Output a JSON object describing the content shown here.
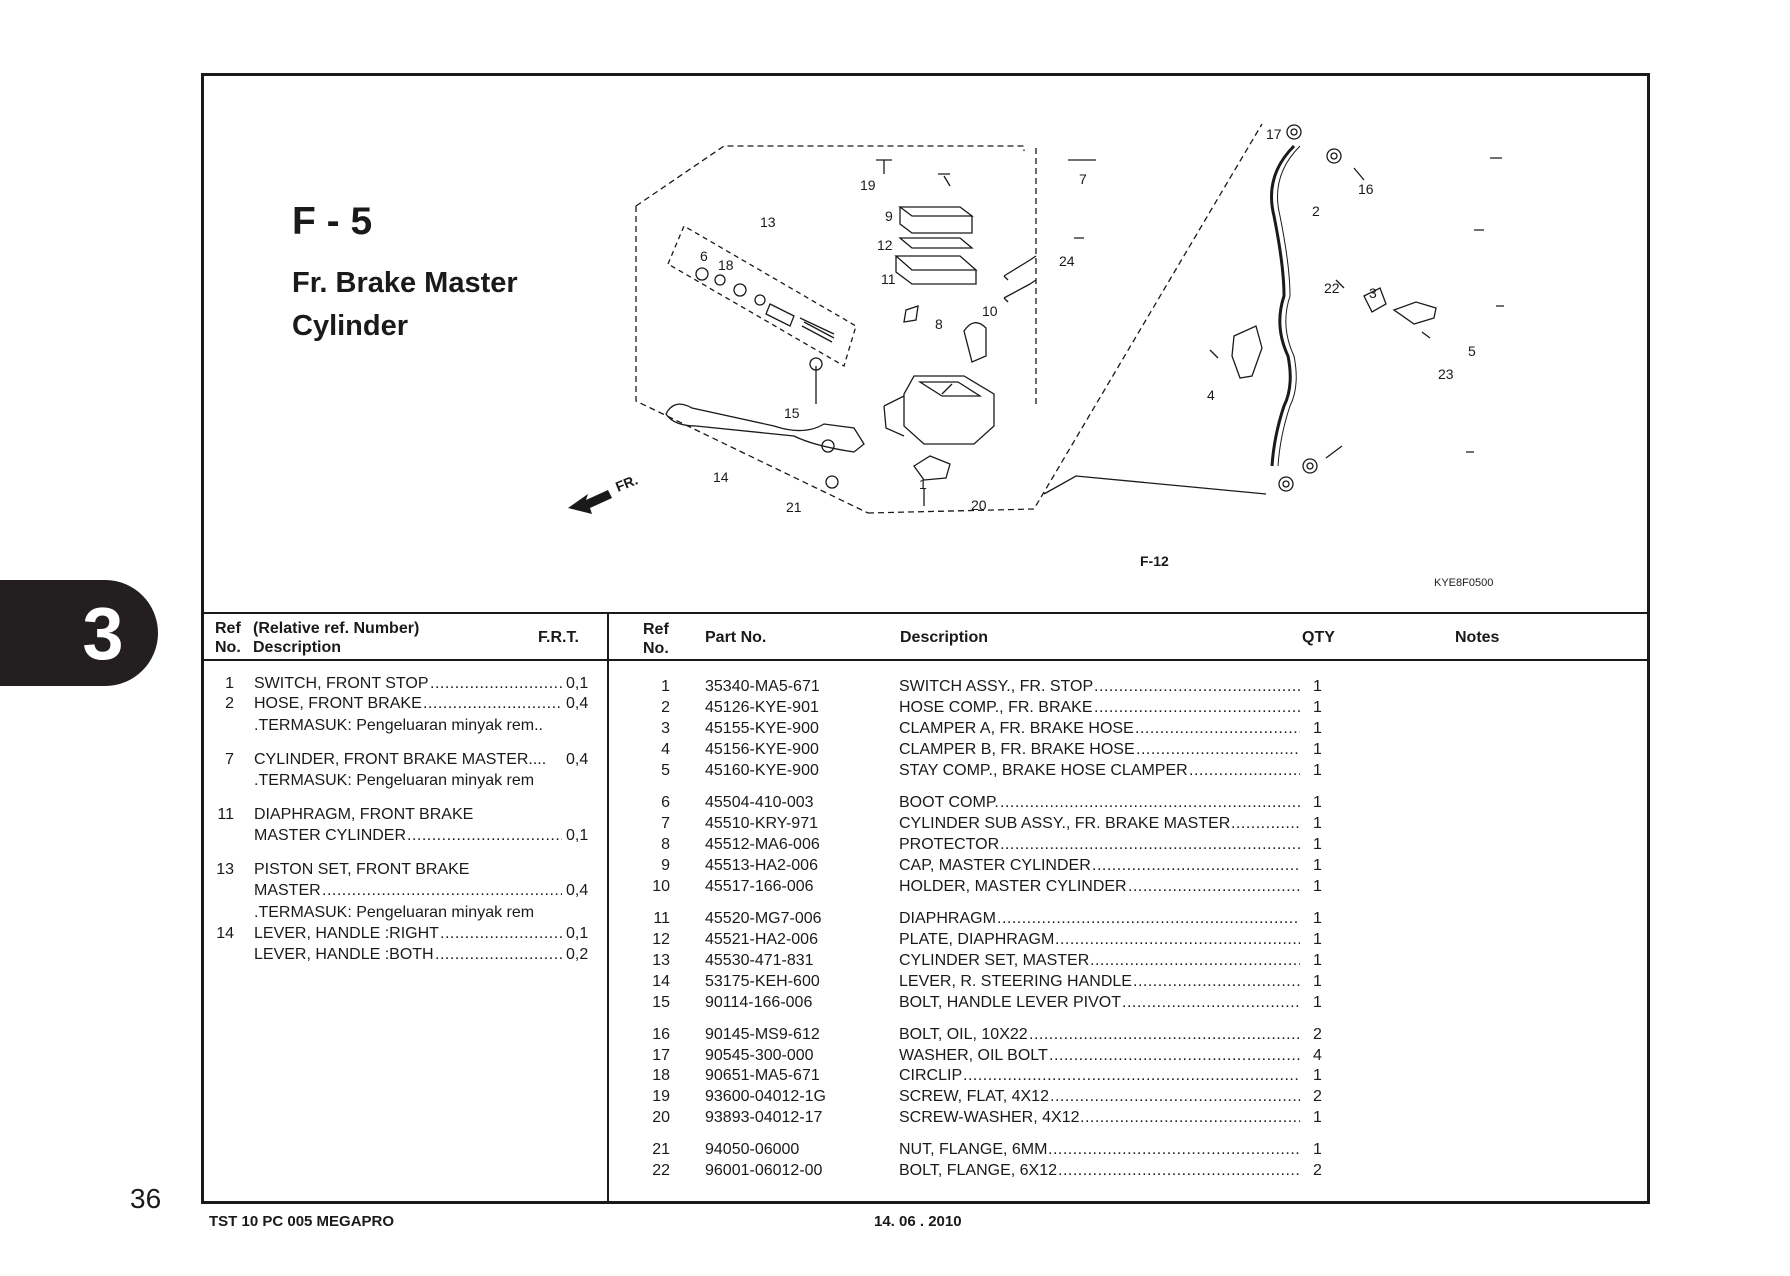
{
  "page": {
    "number": "36",
    "section": "3",
    "footer_left": "TST 10 PC 005 MEGAPRO",
    "footer_date": "14. 06 . 2010"
  },
  "header": {
    "code": "F - 5",
    "title": "Fr. Brake Master Cylinder"
  },
  "diagram": {
    "ref_code": "KYE8F0500",
    "front_label": "FR.",
    "link_label": "F-12",
    "callouts": [
      "1",
      "2",
      "3",
      "4",
      "5",
      "6",
      "7",
      "8",
      "9",
      "10",
      "11",
      "12",
      "13",
      "14",
      "15",
      "16",
      "17",
      "18",
      "19",
      "20",
      "21",
      "22",
      "23",
      "24"
    ]
  },
  "left_table": {
    "headers": {
      "ref": "Ref",
      "no": "No.",
      "rel": "(Relative ref. Number)",
      "desc": "Description",
      "frt": "F.R.T."
    },
    "rows": [
      {
        "ref": "1",
        "desc": "SWITCH, FRONT STOP",
        "frt": "0,1",
        "lead": true
      },
      {
        "ref": "2",
        "desc": "HOSE, FRONT BRAKE",
        "frt": "0,4",
        "lead": true
      },
      {
        "ref": "",
        "desc": ".TERMASUK: Pengeluaran minyak rem..",
        "frt": "",
        "lead": false
      },
      {
        "ref": "7",
        "desc": "CYLINDER, FRONT BRAKE MASTER....",
        "frt": "0,4",
        "lead": false
      },
      {
        "ref": "",
        "desc": ".TERMASUK: Pengeluaran minyak rem",
        "frt": "",
        "lead": false
      },
      {
        "ref": "11",
        "desc": "DIAPHRAGM, FRONT BRAKE",
        "frt": "",
        "lead": false
      },
      {
        "ref": "",
        "desc": "MASTER CYLINDER",
        "frt": "0,1",
        "lead": true
      },
      {
        "ref": "13",
        "desc": "PISTON SET, FRONT BRAKE",
        "frt": "",
        "lead": false
      },
      {
        "ref": "",
        "desc": "MASTER",
        "frt": "0,4",
        "lead": true
      },
      {
        "ref": "",
        "desc": ".TERMASUK: Pengeluaran minyak rem",
        "frt": "",
        "lead": false
      },
      {
        "ref": "14",
        "desc": "LEVER, HANDLE :RIGHT",
        "frt": "0,1",
        "lead": true
      },
      {
        "ref": "",
        "desc": "LEVER, HANDLE :BOTH",
        "frt": "0,2",
        "lead": true
      }
    ]
  },
  "right_table": {
    "headers": {
      "ref": "Ref",
      "no": "No.",
      "part": "Part No.",
      "desc": "Description",
      "qty": "QTY",
      "notes": "Notes"
    },
    "rows": [
      {
        "ref": "1",
        "part": "35340-MA5-671",
        "desc": "SWITCH ASSY., FR. STOP",
        "qty": "1"
      },
      {
        "ref": "2",
        "part": "45126-KYE-901",
        "desc": "HOSE COMP., FR. BRAKE",
        "qty": "1"
      },
      {
        "ref": "3",
        "part": "45155-KYE-900",
        "desc": "CLAMPER A, FR. BRAKE HOSE",
        "qty": "1"
      },
      {
        "ref": "4",
        "part": "45156-KYE-900",
        "desc": "CLAMPER B, FR. BRAKE HOSE",
        "qty": "1"
      },
      {
        "ref": "5",
        "part": "45160-KYE-900",
        "desc": "STAY COMP., BRAKE HOSE CLAMPER",
        "qty": "1"
      },
      {
        "ref": "6",
        "part": "45504-410-003",
        "desc": "BOOT COMP.",
        "qty": "1"
      },
      {
        "ref": "7",
        "part": "45510-KRY-971",
        "desc": "CYLINDER SUB ASSY., FR. BRAKE MASTER",
        "qty": "1"
      },
      {
        "ref": "8",
        "part": "45512-MA6-006",
        "desc": "PROTECTOR",
        "qty": "1"
      },
      {
        "ref": "9",
        "part": "45513-HA2-006",
        "desc": "CAP, MASTER CYLINDER",
        "qty": "1"
      },
      {
        "ref": "10",
        "part": "45517-166-006",
        "desc": "HOLDER, MASTER CYLINDER",
        "qty": "1"
      },
      {
        "ref": "11",
        "part": "45520-MG7-006",
        "desc": "DIAPHRAGM",
        "qty": "1"
      },
      {
        "ref": "12",
        "part": "45521-HA2-006",
        "desc": "PLATE, DIAPHRAGM",
        "qty": "1"
      },
      {
        "ref": "13",
        "part": "45530-471-831",
        "desc": "CYLINDER SET, MASTER",
        "qty": "1"
      },
      {
        "ref": "14",
        "part": "53175-KEH-600",
        "desc": "LEVER, R. STEERING HANDLE",
        "qty": "1"
      },
      {
        "ref": "15",
        "part": "90114-166-006",
        "desc": "BOLT, HANDLE LEVER PIVOT",
        "qty": "1"
      },
      {
        "ref": "16",
        "part": "90145-MS9-612",
        "desc": "BOLT, OIL, 10X22",
        "qty": "2"
      },
      {
        "ref": "17",
        "part": "90545-300-000",
        "desc": "WASHER, OIL BOLT",
        "qty": "4"
      },
      {
        "ref": "18",
        "part": "90651-MA5-671",
        "desc": "CIRCLIP",
        "qty": "1"
      },
      {
        "ref": "19",
        "part": "93600-04012-1G",
        "desc": "SCREW, FLAT, 4X12",
        "qty": "2"
      },
      {
        "ref": "20",
        "part": "93893-04012-17",
        "desc": "SCREW-WASHER, 4X12",
        "qty": "1"
      },
      {
        "ref": "21",
        "part": "94050-06000",
        "desc": "NUT, FLANGE, 6MM",
        "qty": "1"
      },
      {
        "ref": "22",
        "part": "96001-06012-00",
        "desc": "BOLT, FLANGE, 6X12",
        "qty": "2"
      }
    ]
  }
}
